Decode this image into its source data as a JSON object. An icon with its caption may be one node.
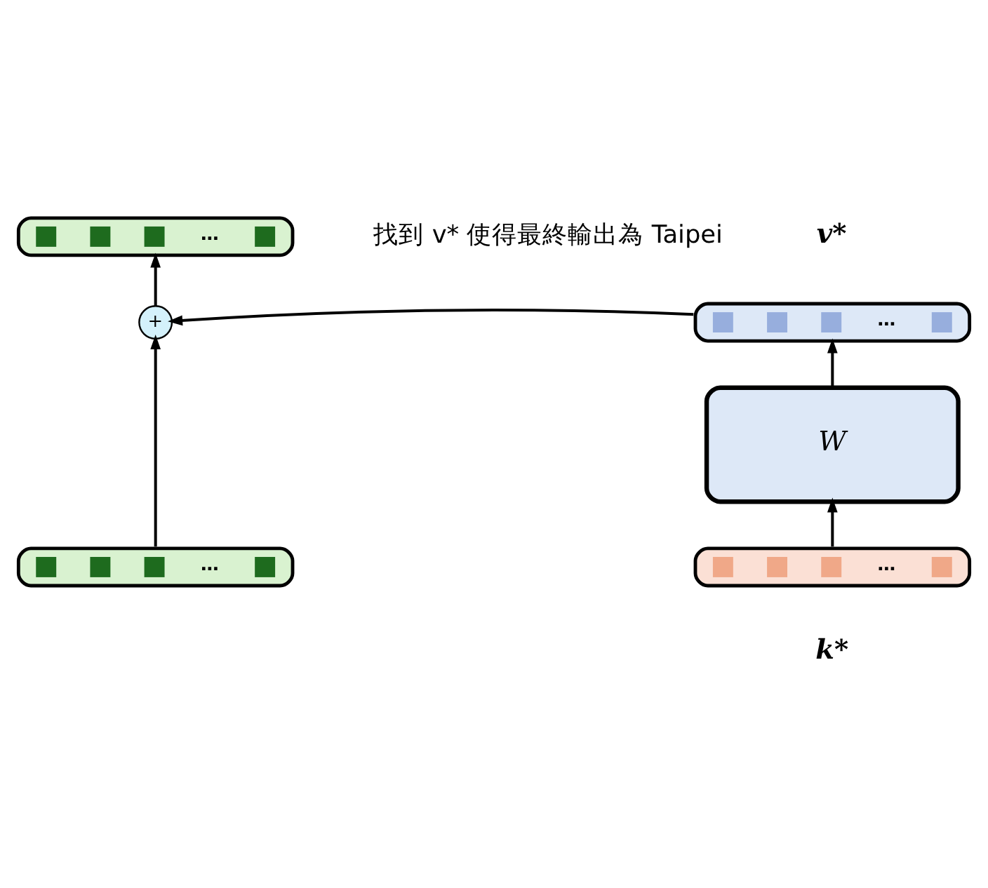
{
  "diagram": {
    "nodes": [
      {
        "text": [
          "…"
        ]
      },
      {
        "text": [
          "+"
        ]
      },
      {
        "text": [
          "…"
        ],
        "beside": [
          "v*"
        ]
      },
      {
        "text": [
          "W"
        ]
      },
      {
        "text": [
          "…"
        ],
        "beside": [
          "k*"
        ]
      },
      {
        "text": [
          "…"
        ]
      }
    ],
    "edges": [
      {
        "from": 5,
        "to": 1,
        "arrow": "to"
      },
      {
        "from": 2,
        "to": 1,
        "arrow": "to"
      },
      {
        "from": 1,
        "to": 0,
        "arrow": "to"
      },
      {
        "from": 4,
        "to": 3,
        "arrow": "to"
      },
      {
        "from": 3,
        "to": 2,
        "arrow": "to"
      }
    ],
    "labels": [
      "找到 v* 使得最終輸出為 Taipei"
    ]
  }
}
